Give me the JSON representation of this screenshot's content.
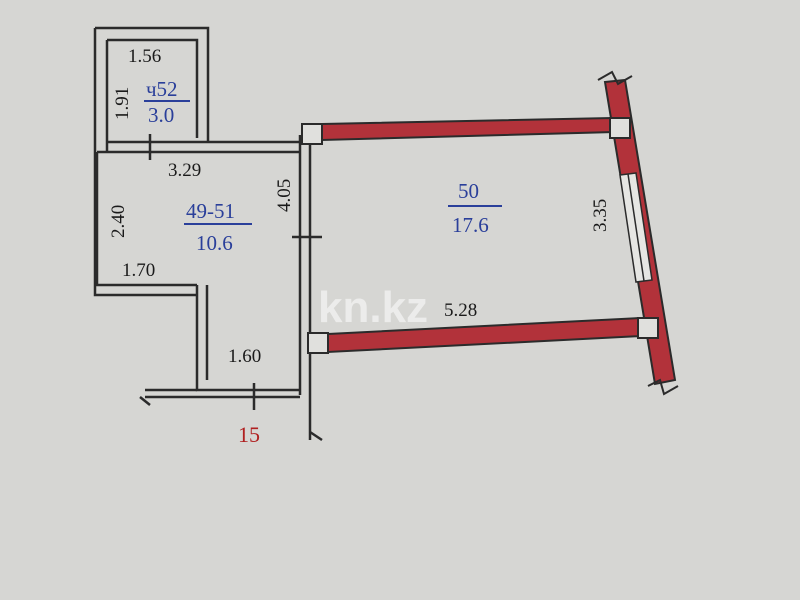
{
  "plan": {
    "wall_color": "#b2323a",
    "room_number_color": "#2a3f9a",
    "apartment_number_color": "#b02020",
    "rooms": {
      "bath": {
        "number": "ч52",
        "area": "3.0"
      },
      "hall": {
        "number": "49-51",
        "area": "10.6"
      },
      "main": {
        "number": "50",
        "area": "17.6"
      }
    },
    "dimensions": {
      "bath_width": "1.56",
      "bath_height": "1.91",
      "hall_top": "3.29",
      "hall_left": "2.40",
      "hall_height": "4.05",
      "hall_step": "1.70",
      "hall_bottom": "1.60",
      "main_width": "5.28",
      "main_height": "3.35"
    },
    "apartment_number": "15",
    "watermark": "kn.kz"
  }
}
